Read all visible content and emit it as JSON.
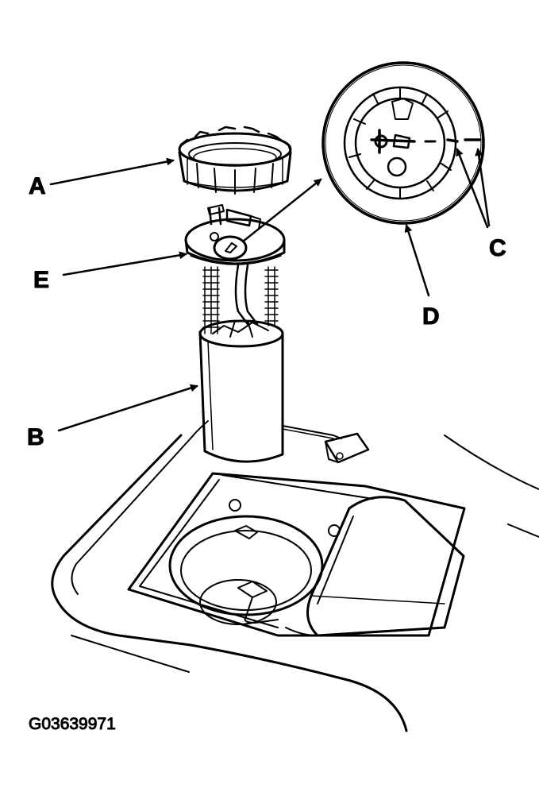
{
  "figure": {
    "id_label": "G03639971"
  },
  "callouts": {
    "a": "A",
    "b": "B",
    "c": "C",
    "d": "D",
    "e": "E"
  },
  "colors": {
    "ink": "#000000",
    "paper": "#ffffff"
  }
}
